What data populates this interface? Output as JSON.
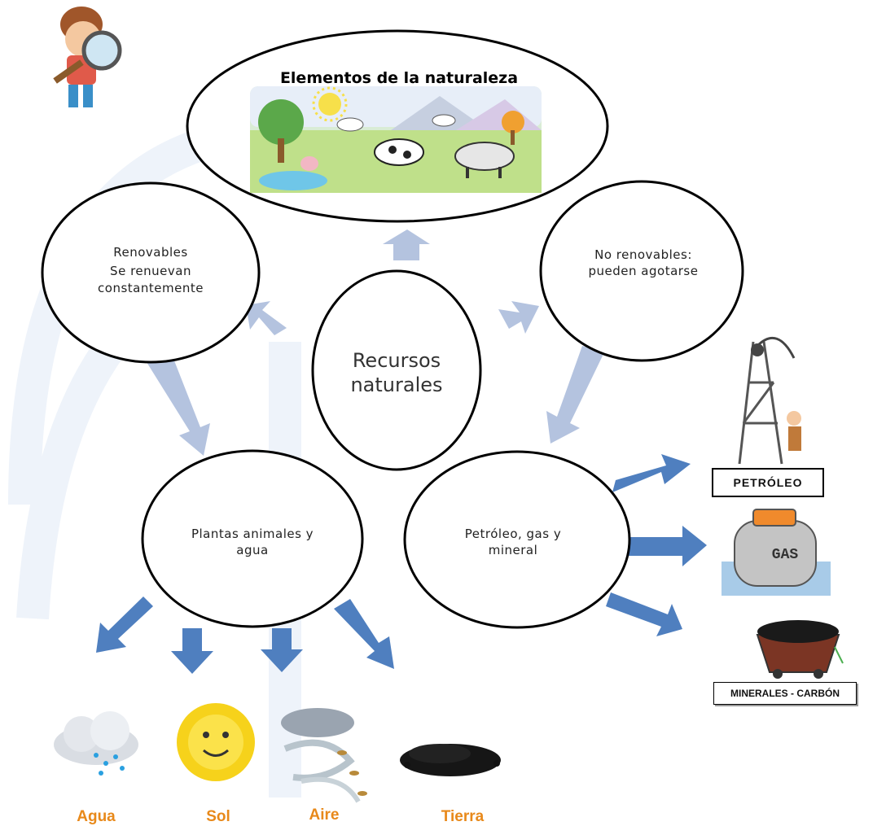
{
  "title": "Elementos de la naturaleza",
  "center": "Recursos naturales",
  "renewables": {
    "heading": "Renovables",
    "description": "Se renuevan constantemente"
  },
  "non_renewables": {
    "text": "No renovables: pueden agotarse"
  },
  "renewable_examples": "Plantas animales y agua",
  "non_renewable_examples": "Petróleo, gas y mineral",
  "resource_labels": {
    "agua": "Agua",
    "sol": "Sol",
    "aire": "Aire",
    "tierra": "Tierra"
  },
  "fossil_labels": {
    "petroleo": "PETRÓLEO",
    "gas_tank": "GAS",
    "minerales": "MINERALES - CARBÓN"
  },
  "colors": {
    "arrow_light": "#b4c3df",
    "arrow_dark": "#4f7fbf",
    "label_orange": "#e8891a"
  },
  "icons": [
    "detective-boy-icon",
    "nature-scene-icon",
    "rain-cloud-icon",
    "sun-icon",
    "wind-icon",
    "soil-icon",
    "oil-rig-icon",
    "gas-tank-icon",
    "coal-cart-icon"
  ]
}
